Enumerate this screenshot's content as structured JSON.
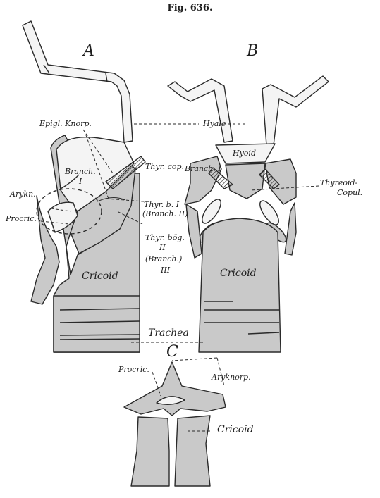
{
  "figure": {
    "caption": "Fig. 636.",
    "panel_letters": {
      "a": "A",
      "b": "B",
      "c": "C"
    }
  },
  "labels": {
    "epigl_knorp": "Epigl. Knorp.",
    "hyale": "Hyale",
    "thyr_cop": "Thyr. cop.",
    "branch_1_a_line1": "Branch.",
    "branch_1_a_line2": "I",
    "arykn": "Arykn.",
    "procric_a": "Procric.",
    "thyr_b_1": "Thyr. b. I",
    "branch_2": "(Branch. II)",
    "thyr_bog_2_line1": "Thyr. bög.",
    "thyr_bog_2_line2": "II",
    "branch_3_line1": "(Branch.)",
    "branch_3_line2": "III",
    "cricoid_a": "Cricoid",
    "hyoid": "Hyoid",
    "branch_1_b": "Branch. I",
    "thyreoid_line1": "Thyreoid-",
    "thyreoid_line2": "Copul.",
    "cricoid_b": "Cricoid",
    "trachea": "Trachea",
    "procric_c": "Procric.",
    "aryknorp": "Aryknorp.",
    "cricoid_c": "Cricoid"
  },
  "colors": {
    "cartilage": "#c9c9c9",
    "light": "#f4f4f4",
    "line": "#2a2a2a"
  }
}
